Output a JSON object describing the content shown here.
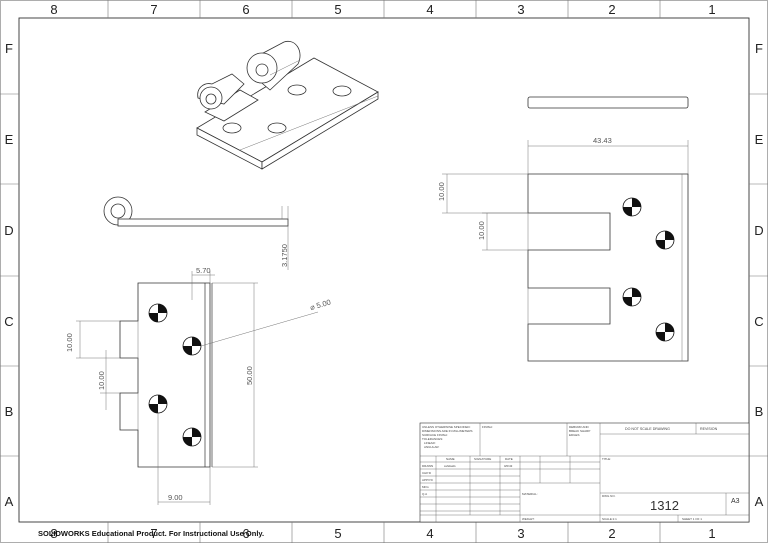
{
  "sheet": {
    "column_labels": [
      "8",
      "7",
      "6",
      "5",
      "4",
      "3",
      "2",
      "1"
    ],
    "row_labels": [
      "F",
      "E",
      "D",
      "C",
      "B",
      "A"
    ],
    "footer_watermark": "SOLIDWORKS Educational Product. For Instructional Use Only."
  },
  "dimensions": {
    "thickness": "3.1750",
    "knuckle_width": "5.70",
    "hole_dia": "⌀ 5.00",
    "height": "50.00",
    "left_knuckle_gap_top": "10.00",
    "left_knuckle_gap_mid": "10.00",
    "bottom_offset": "9.00",
    "overall_width": "43.43",
    "right_top_gap": "10.00",
    "right_mid_gap": "10.00"
  },
  "title_block": {
    "unless_note": [
      "UNLESS OTHERWISE SPECIFIED:",
      "DIMENSIONS ARE IN MILLIMETERS",
      "SURFACE FINISH:",
      "TOLERANCES:",
      "LINEAR:",
      "ANGULAR:"
    ],
    "finish_label": "FINISH:",
    "deburr_note": [
      "DEBURR AND",
      "BREAK SHARP",
      "EDGES"
    ],
    "do_not_scale": "DO NOT SCALE DRAWING",
    "revision_label": "REVISION",
    "col_name": "NAME",
    "col_signature": "SIGNATURE",
    "col_date": "DATE",
    "row_drawn": "DRAWN",
    "drawn_name": "ssfsfasfs",
    "drawn_date": "0/0/43",
    "row_chkd": "CHK'D",
    "row_appvd": "APPV'D",
    "row_mfg": "MFG",
    "row_qa": "Q.A",
    "title_label": "TITLE:",
    "material_label": "MATERIAL:",
    "dwg_no_label": "DWG NO.",
    "dwg_no": "1312",
    "size": "A3",
    "weight_label": "WEIGHT:",
    "scale_label": "SCALE:1:1",
    "sheet_label": "SHEET 1 OF 1"
  }
}
